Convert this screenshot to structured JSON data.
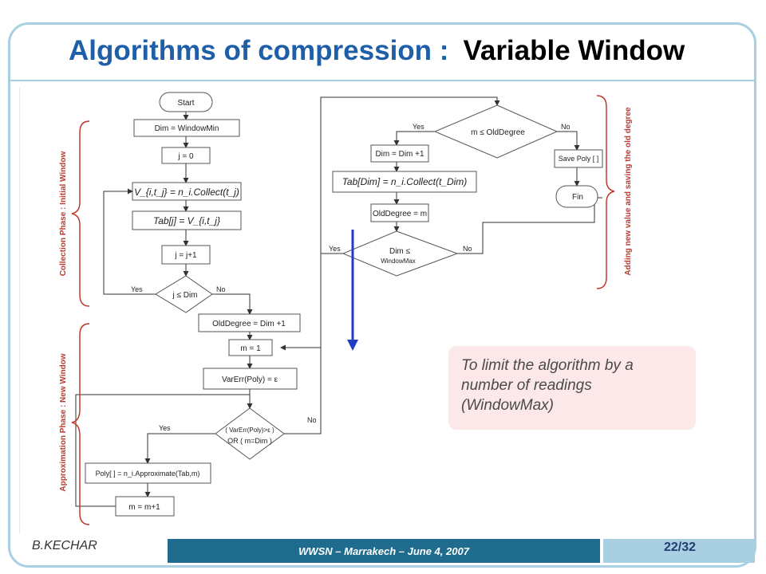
{
  "slide": {
    "title_main": "Algorithms of compression :",
    "title_sub": "Variable Window"
  },
  "flowchart": {
    "start": "Start",
    "dim_init": "Dim = WindowMin",
    "j_init": "j = 0",
    "collect": "V_{i,t_j} = n_i.Collect(t_j)",
    "tab_assign": "Tab[j] = V_{i,t_j}",
    "j_inc": "j = j+1",
    "j_cond": "j ≤ Dim",
    "yes": "Yes",
    "no": "No",
    "olddeg_init": "OldDegree = Dim +1",
    "m_init": "m = 1",
    "varerr_init": "VarErr(Poly) = ε",
    "cond_line1": "( VarErr(Poly)>ε )",
    "cond_line2": "OR ( m=Dim )",
    "poly_approx": "Poly[ ] = n_i.Approximate(Tab,m)",
    "m_inc": "m = m+1",
    "m_cond": "m ≤ OldDegree",
    "dim_inc": "Dim = Dim +1",
    "tab_collect": "Tab[Dim] = n_i.Collect(t_Dim)",
    "olddeg_set": "OldDegree = m",
    "dim_cond_l1": "Dim ≤",
    "dim_cond_l2": "WindowMax",
    "save_poly": "Save Poly [ ]",
    "fin": "Fin"
  },
  "phases": {
    "collection": "Collection Phase : Initial Window",
    "approximation": "Approximation Phase : New Window",
    "adding": "Adding new value and saving the old degree"
  },
  "callout": {
    "text": "To limit the algorithm by a number of readings (WindowMax)"
  },
  "footer": {
    "author": "B.KECHAR",
    "event": "WWSN – Marrakech – June 4, 2007",
    "page": "22/32"
  },
  "colors": {
    "title_blue": "#1f5fa8",
    "phase_red": "#c0392b",
    "arrow_blue": "#1f3fbf",
    "frame": "#a9cfe2",
    "footer_bar": "#1f6c8e",
    "callout_bg": "#fce8e8"
  }
}
